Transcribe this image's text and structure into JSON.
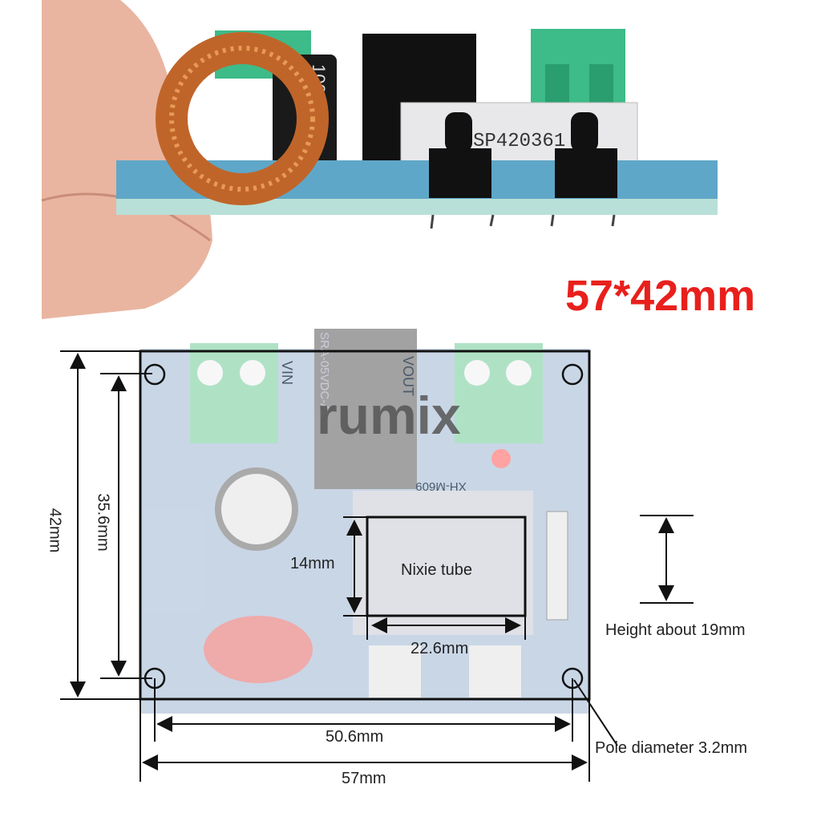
{
  "header": {
    "size_label": "57*42mm"
  },
  "watermark": "rumix",
  "photo": {
    "capacitor_text": "100V",
    "relay_text": "SP420361"
  },
  "dimensions": {
    "height_total": "42mm",
    "hole_spacing_vertical": "35.6mm",
    "display_height": "14mm",
    "display_label": "Nixie tube",
    "display_width": "22.6mm",
    "hole_spacing_horizontal": "50.6mm",
    "width_total": "57mm",
    "component_height": "Height about 19mm",
    "hole_diameter": "Pole diameter 3.2mm"
  },
  "board_labels": {
    "vin": "VIN",
    "vout": "VOUT",
    "model": "XH-M609",
    "relay": "SRA-05VDC-AL"
  },
  "colors": {
    "accent": "#e8201c",
    "terminal": "#2fb37a",
    "pcb": "#2a5a9a"
  }
}
